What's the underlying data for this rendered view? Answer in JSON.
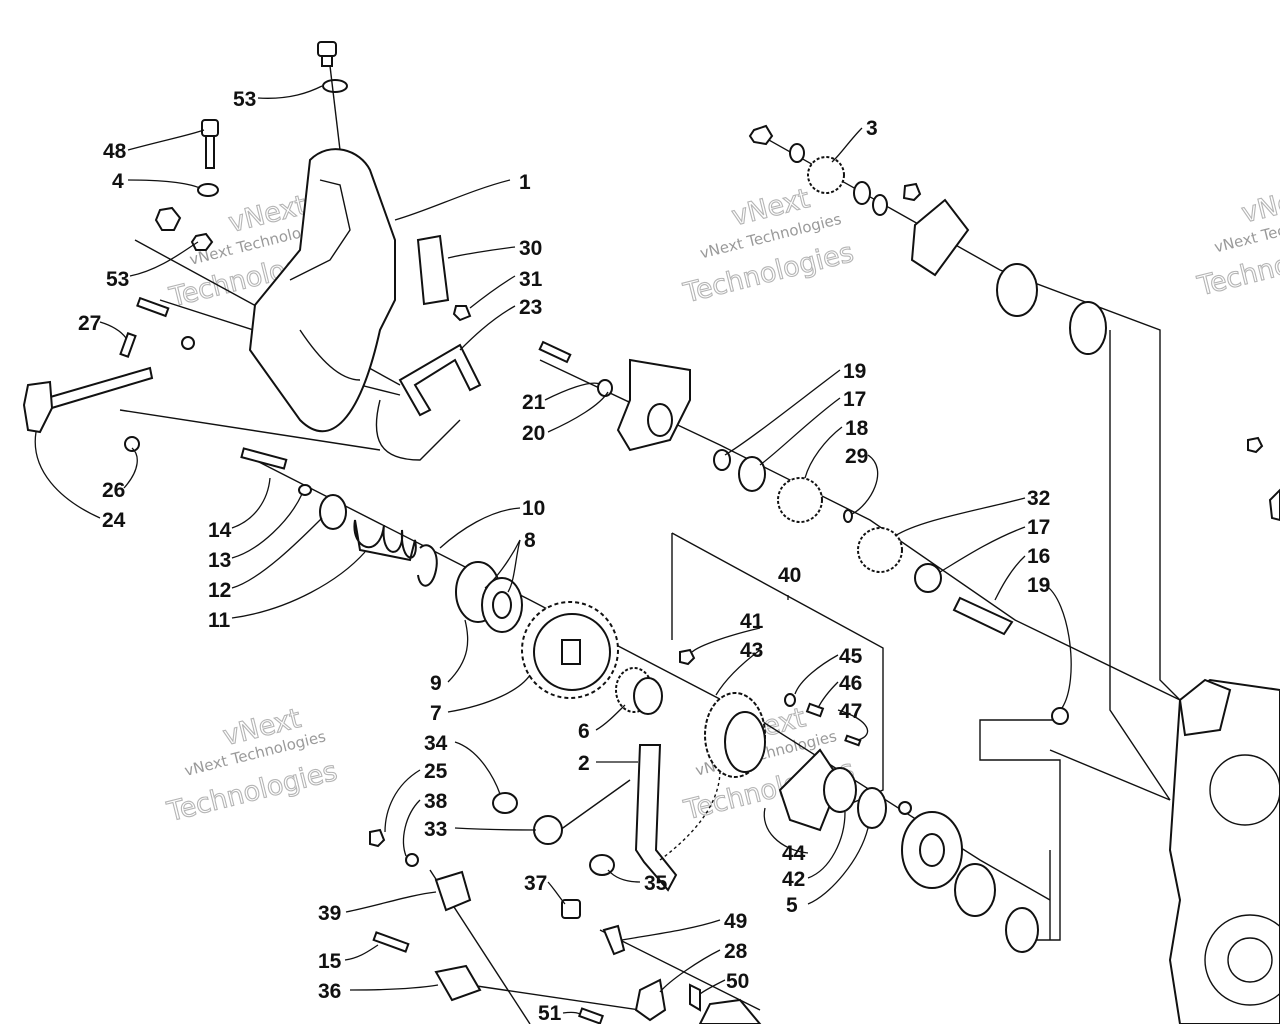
{
  "watermark": {
    "line1": "vNext Technologies",
    "line2": "Technologies",
    "line3": "vNext"
  },
  "callouts": [
    "53",
    "48",
    "4",
    "53",
    "1",
    "30",
    "31",
    "23",
    "27",
    "26",
    "24",
    "3",
    "21",
    "20",
    "19",
    "17",
    "18",
    "29",
    "14",
    "13",
    "12",
    "11",
    "10",
    "8",
    "9",
    "7",
    "32",
    "17",
    "16",
    "19",
    "40",
    "41",
    "43",
    "45",
    "46",
    "47",
    "6",
    "2",
    "34",
    "25",
    "38",
    "33",
    "35",
    "44",
    "42",
    "5",
    "39",
    "37",
    "49",
    "28",
    "50",
    "15",
    "36",
    "51"
  ]
}
